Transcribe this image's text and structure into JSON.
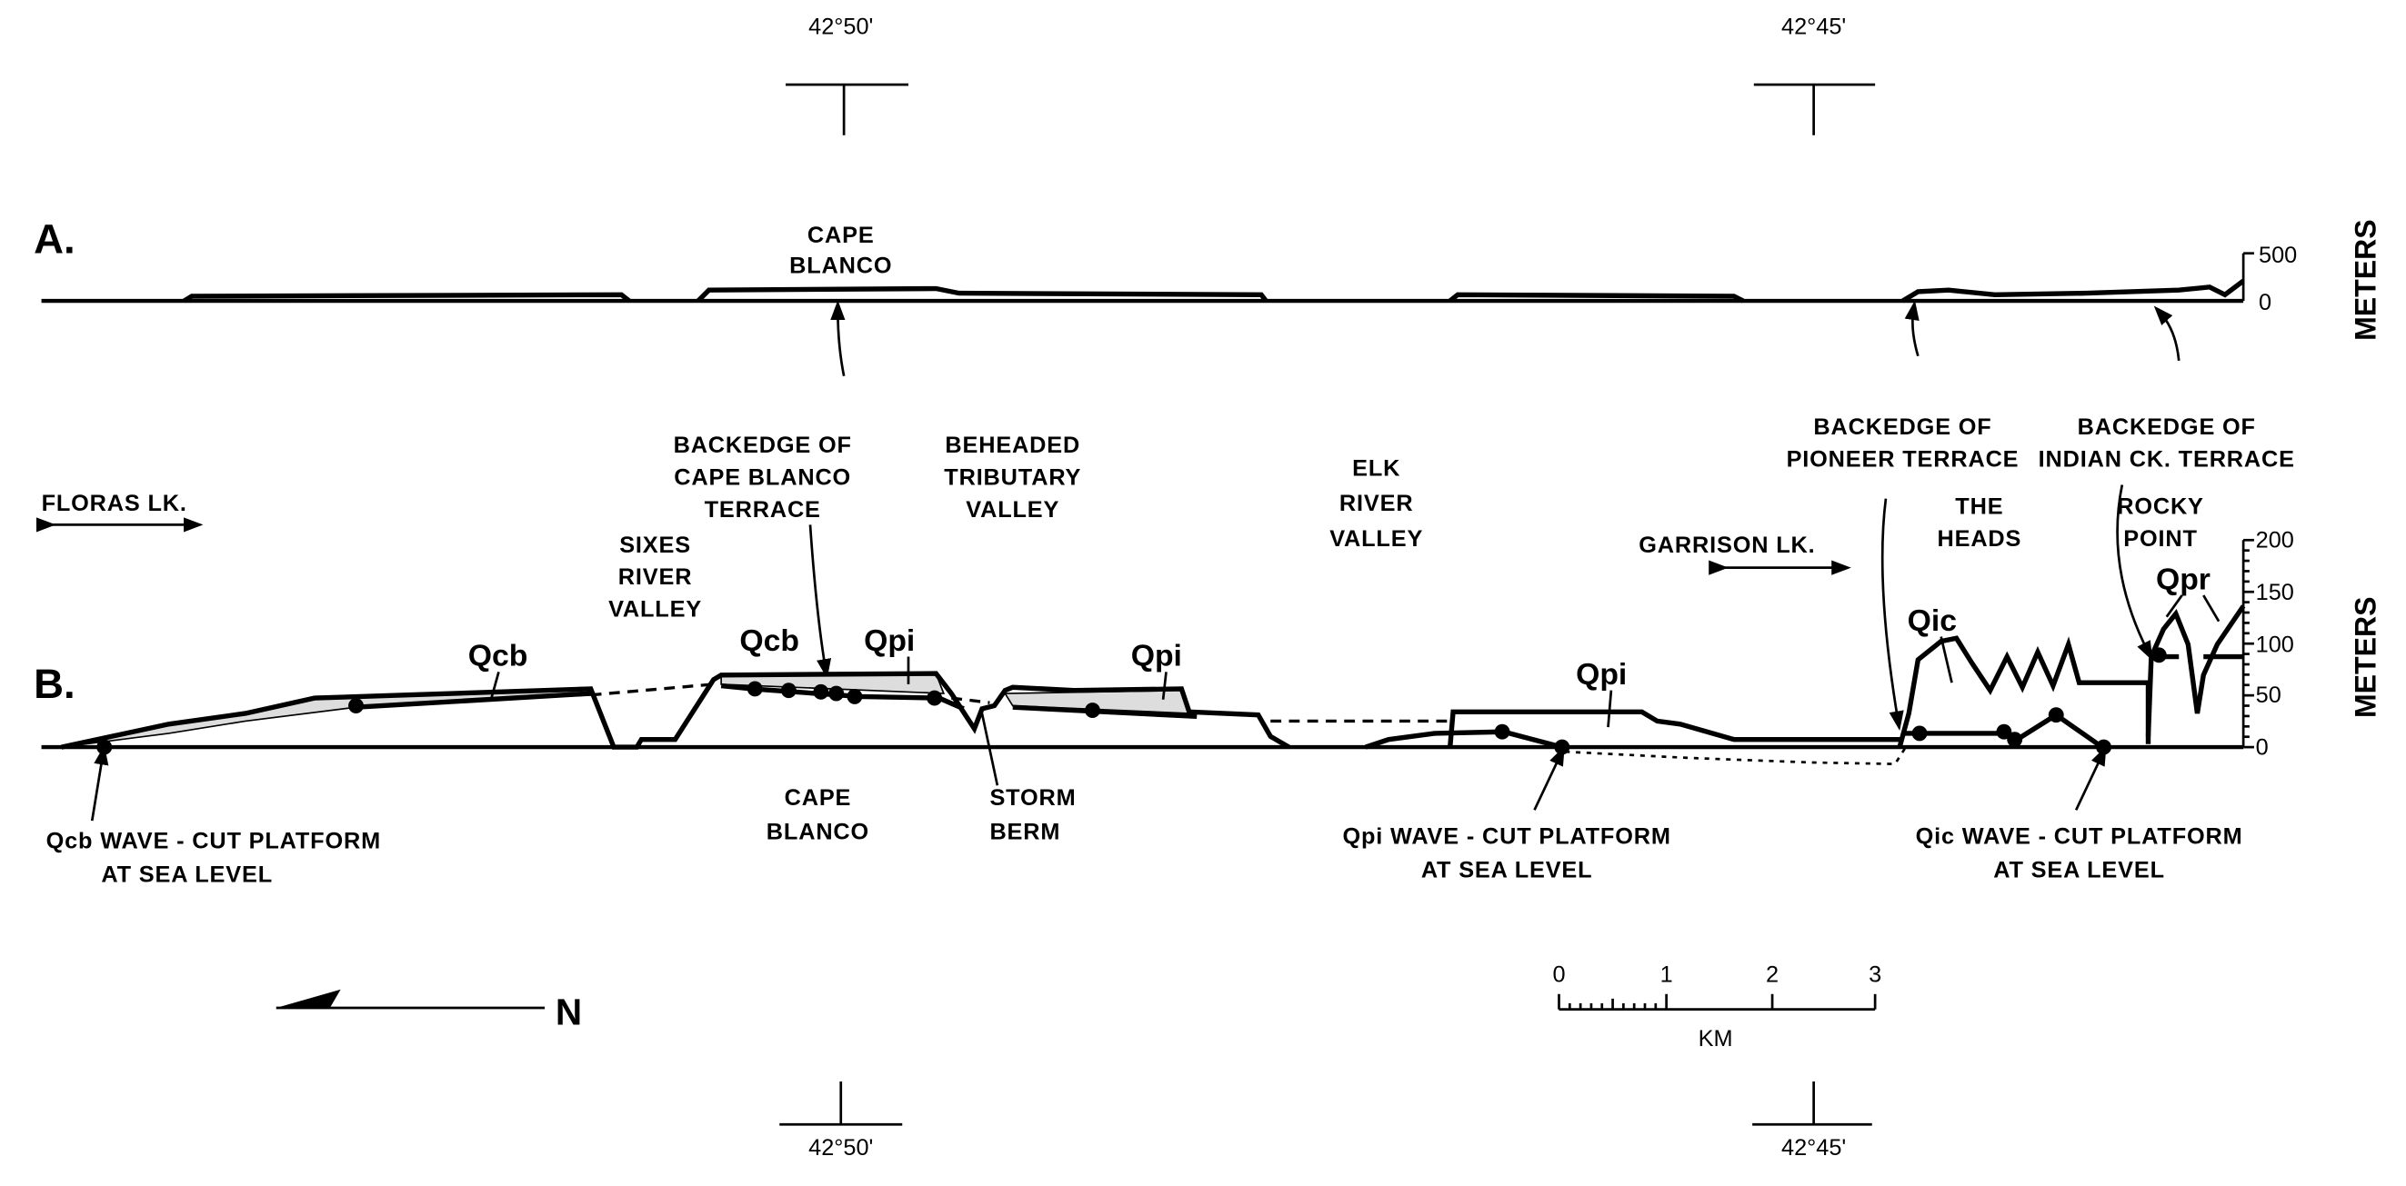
{
  "latitudes": {
    "left": "42°50'",
    "right": "42°45'"
  },
  "profile_a": {
    "label": "A.",
    "axis_unit": "METERS",
    "axis_ticks": [
      "500",
      "0"
    ],
    "cape_blanco": [
      "CAPE",
      "BLANCO"
    ]
  },
  "profile_b": {
    "label": "B.",
    "axis_unit": "METERS",
    "axis_ticks": [
      "200",
      "150",
      "100",
      "50",
      "0"
    ]
  },
  "place_labels": {
    "floras_lk": "FLORAS LK.",
    "sixes_river_valley": [
      "SIXES",
      "RIVER",
      "VALLEY"
    ],
    "backedge_cape_blanco": [
      "BACKEDGE OF",
      "CAPE BLANCO",
      "TERRACE"
    ],
    "beheaded_tributary": [
      "BEHEADED",
      "TRIBUTARY",
      "VALLEY"
    ],
    "elk_river_valley": [
      "ELK",
      "RIVER",
      "VALLEY"
    ],
    "garrison_lk": "GARRISON LK.",
    "backedge_pioneer": [
      "BACKEDGE OF",
      "PIONEER TERRACE"
    ],
    "backedge_indian": [
      "BACKEDGE OF",
      "INDIAN CK. TERRACE"
    ],
    "the_heads": [
      "THE",
      "HEADS"
    ],
    "rocky_point": [
      "ROCKY",
      "POINT"
    ],
    "cape_blanco_b": [
      "CAPE",
      "BLANCO"
    ],
    "storm_berm": [
      "STORM",
      "BERM"
    ],
    "qcb_platform": [
      "Qcb  WAVE - CUT PLATFORM",
      "AT SEA LEVEL"
    ],
    "qpi_platform": [
      "Qpi WAVE - CUT PLATFORM",
      "AT SEA LEVEL"
    ],
    "qic_platform": [
      "Qic WAVE - CUT PLATFORM",
      "AT SEA LEVEL"
    ]
  },
  "formations": {
    "qcb1": "Qcb",
    "qcb2": "Qcb",
    "qpi1": "Qpi",
    "qpi2": "Qpi",
    "qpi3": "Qpi",
    "qic": "Qic",
    "qpr": "Qpr"
  },
  "scale_bar": {
    "ticks": [
      "0",
      "1",
      "2",
      "3"
    ],
    "unit": "KM"
  },
  "north_arrow": {
    "label": "N"
  }
}
